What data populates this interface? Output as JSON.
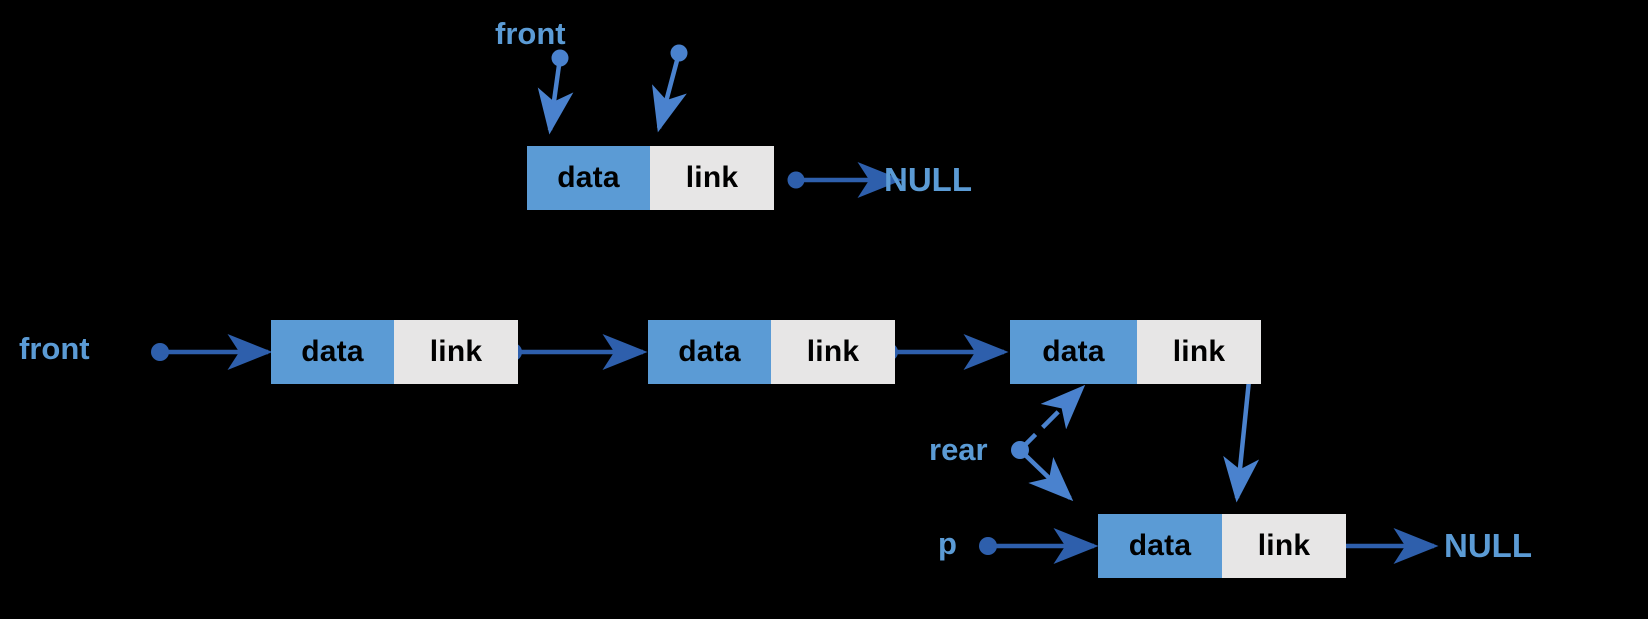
{
  "diagram": {
    "title": "linked-queue-dequeue-enqueue",
    "colors": {
      "background": "#000000",
      "data_cell": "#5B9BD5",
      "link_cell": "#E7E6E6",
      "cell_text": "#000000",
      "label_blue": "#5B9BD5",
      "arrow_dark_blue": "#2E5FAC",
      "arrow_light_blue": "#4A82CE"
    },
    "cell_labels": {
      "data": "data",
      "link": "link"
    },
    "top_row": {
      "pointer_front": "front",
      "node": {
        "data": "data",
        "link": "link"
      },
      "null_label": "NULL"
    },
    "middle_row": {
      "pointer_front": "front",
      "nodes": [
        {
          "data": "data",
          "link": "link"
        },
        {
          "data": "data",
          "link": "link"
        },
        {
          "data": "data",
          "link": "link"
        }
      ]
    },
    "bottom_row": {
      "pointer_rear": "rear",
      "pointer_p": "p",
      "node": {
        "data": "data",
        "link": "link"
      },
      "null_label": "NULL"
    }
  }
}
